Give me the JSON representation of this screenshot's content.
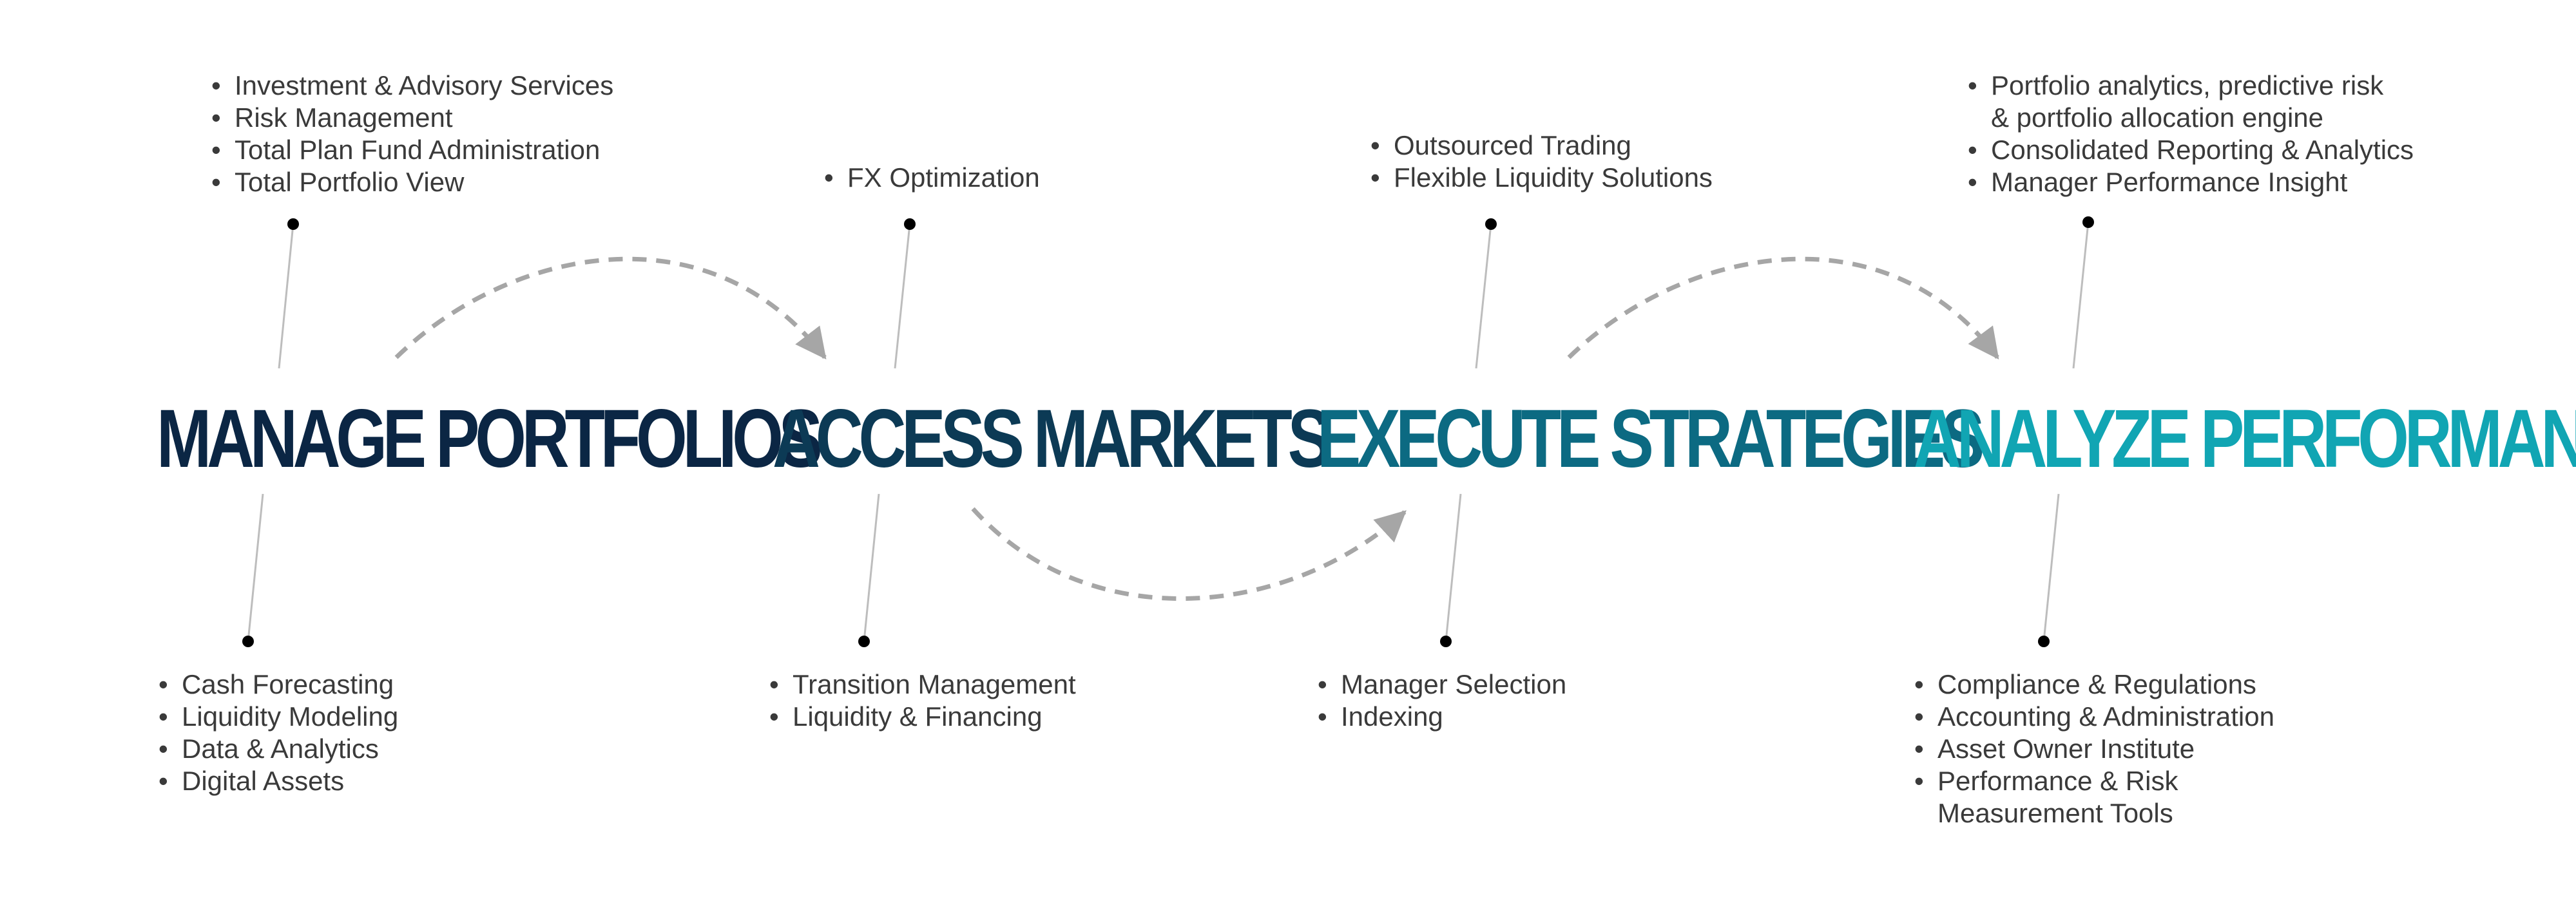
{
  "colors": {
    "stage_1": "#0b2644",
    "stage_2": "#0c3a55",
    "stage_3": "#0c6a82",
    "stage_4": "#11a5b3",
    "connector": "#bdbdbd",
    "dot": "#000000",
    "arrow": "#a6a6a6",
    "text": "#3a3a3a"
  },
  "stages": [
    {
      "title": "MANAGE PORTFOLIOS",
      "top_items": [
        "Investment & Advisory Services",
        "Risk Management",
        "Total Plan Fund Administration",
        "Total Portfolio View"
      ],
      "bottom_items": [
        "Cash Forecasting",
        "Liquidity Modeling",
        "Data & Analytics",
        "Digital Assets"
      ]
    },
    {
      "title": "ACCESS MARKETS",
      "top_items": [
        "FX Optimization"
      ],
      "bottom_items": [
        "Transition Management",
        "Liquidity & Financing"
      ]
    },
    {
      "title": "EXECUTE STRATEGIES",
      "top_items": [
        "Outsourced Trading",
        "Flexible Liquidity Solutions"
      ],
      "bottom_items": [
        "Manager Selection",
        "Indexing"
      ]
    },
    {
      "title": "ANALYZE PERFORMANCE",
      "top_items": [
        "Portfolio analytics, predictive risk",
        "& portfolio allocation engine",
        "Consolidated Reporting & Analytics",
        "Manager Performance Insight"
      ],
      "bottom_items": [
        "Compliance & Regulations",
        "Accounting & Administration",
        "Asset Owner Institute",
        "Performance & Risk",
        "Measurement Tools"
      ]
    }
  ]
}
